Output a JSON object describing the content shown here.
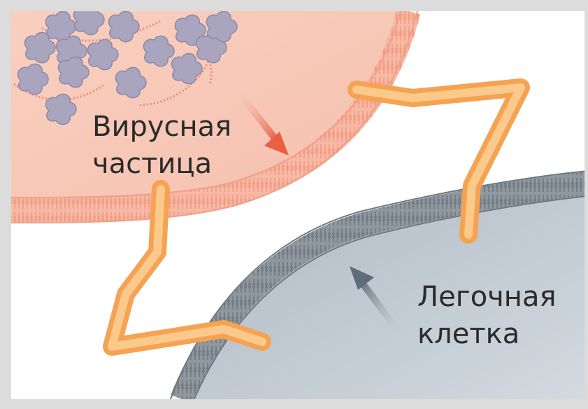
{
  "labels": {
    "virus_line1": "Вирусная",
    "virus_line2": "частица",
    "lung_line1": "Легочная",
    "lung_line2": "клетка"
  },
  "colors": {
    "background": "#dcdcdc",
    "panel": "#ffffff",
    "virus_fill": "#f7c6b6",
    "virus_membrane": "#f2a38a",
    "cell_fill": "#bcc6cf",
    "cell_membrane": "#7d868e",
    "receptor": "#f7a95a",
    "receptor_inner": "#fbd08e",
    "protein": "#a8a4bd",
    "virus_arrow": "#ea6b51",
    "cell_arrow": "#6b7a87"
  },
  "icons": {
    "proteins": "protein-cluster-icon",
    "arrows": "pointer-arrow-icon"
  }
}
